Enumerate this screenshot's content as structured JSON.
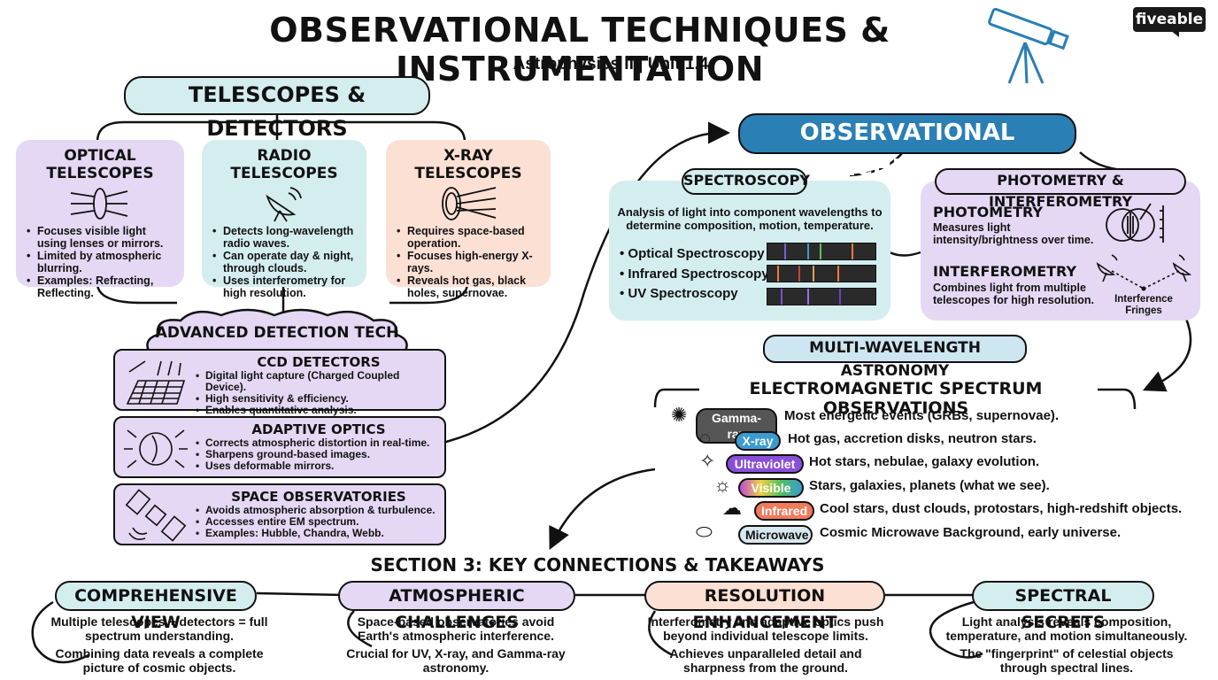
{
  "header": {
    "title": "OBSERVATIONAL TECHNIQUES & INSTRUMENTATION",
    "subtitle": "Astrophysics II | Unit 1.4",
    "logo": "fiveable",
    "icon": "telescope-icon"
  },
  "telescopes": {
    "title": "TELESCOPES & DETECTORS",
    "optical": {
      "title": "OPTICAL TELESCOPES",
      "icon": "lens-icon",
      "bullets": [
        "Focuses visible light using lenses or mirrors.",
        "Limited by atmospheric blurring.",
        "Examples: Refracting, Reflecting."
      ]
    },
    "radio": {
      "title": "RADIO TELESCOPES",
      "icon": "radio-dish-icon",
      "bullets": [
        "Detects long-wavelength radio waves.",
        "Can operate day & night, through clouds.",
        "Uses interferometry for high resolution."
      ]
    },
    "xray": {
      "title": "X-RAY TELESCOPES",
      "icon": "grazing-mirror-icon",
      "bullets": [
        "Requires space-based operation.",
        "Focuses high-energy X-rays.",
        "Reveals hot gas, black holes, supernovae."
      ]
    }
  },
  "advanced": {
    "title": "ADVANCED DETECTION TECH",
    "ccd": {
      "title": "CCD DETECTORS",
      "icon": "ccd-grid-icon",
      "bullets": [
        "Digital light capture (Charged Coupled Device).",
        "High sensitivity & efficiency.",
        "Enables quantitative analysis."
      ]
    },
    "adaptive": {
      "title": "ADAPTIVE OPTICS",
      "icon": "deformable-mirror-icon",
      "bullets": [
        "Corrects atmospheric distortion in real-time.",
        "Sharpens ground-based images.",
        "Uses deformable mirrors."
      ]
    },
    "space": {
      "title": "SPACE OBSERVATORIES",
      "icon": "satellite-icon",
      "bullets": [
        "Avoids atmospheric absorption & turbulence.",
        "Accesses entire EM spectrum.",
        "Examples: Hubble, Chandra, Webb."
      ]
    }
  },
  "techniques": {
    "title": "OBSERVATIONAL TECHNIQUES",
    "spectroscopy": {
      "title": "SPECTROSCOPY",
      "description": "Analysis of light into component wavelengths to determine composition, motion, temperature.",
      "items": [
        "Optical Spectroscopy",
        "Infrared Spectroscopy",
        "UV Spectroscopy"
      ]
    },
    "photometry": {
      "title": "PHOTOMETRY & INTERFEROMETRY",
      "photometry_title": "PHOTOMETRY",
      "photometry_text": "Measures light intensity/brightness over time.",
      "photometry_icon": "overlapping-circles-icon",
      "interferometry_title": "INTERFEROMETRY",
      "interferometry_text": "Combines light from multiple telescopes for high resolution.",
      "interferometry_icon": "dish-array-icon",
      "fringes_label": "Interference Fringes"
    }
  },
  "multiwave": {
    "title": "MULTI-WAVELENGTH ASTRONOMY",
    "em_title": "ELECTROMAGNETIC SPECTRUM OBSERVATIONS",
    "bands": [
      {
        "label": "Gamma-ray",
        "desc": "Most energetic events (GRBs, supernovae).",
        "color": "#555555",
        "icon": "burst-icon"
      },
      {
        "label": "X-ray",
        "desc": "Hot gas, accretion disks, neutron stars.",
        "color": "#3a9bd0",
        "icon": "accretion-disk-icon"
      },
      {
        "label": "Ultraviolet",
        "desc": "Hot stars, nebulae, galaxy evolution.",
        "color": "#8a4fd8",
        "icon": "sparkle-stars-icon"
      },
      {
        "label": "Visible",
        "desc": "Stars, galaxies, planets (what we see).",
        "color": "#c04ad8",
        "icon": "sun-icon"
      },
      {
        "label": "Infrared",
        "desc": "Cool stars, dust clouds, protostars, high-redshift objects.",
        "color": "#f07a5a",
        "icon": "dust-cloud-icon"
      },
      {
        "label": "Microwave",
        "desc": "Cosmic Microwave Background, early universe.",
        "color": "#d8e8f0",
        "icon": "cmb-map-icon"
      }
    ]
  },
  "takeaways": {
    "title": "SECTION 3: KEY CONNECTIONS & TAKEAWAYS",
    "items": [
      {
        "title": "COMPREHENSIVE VIEW",
        "color": "#d4eef0",
        "line1": "Multiple telescopes + detectors = full spectrum understanding.",
        "line2": "Combining data reveals a complete picture of cosmic objects."
      },
      {
        "title": "ATMOSPHERIC CHALLENGES",
        "color": "#e4d8f4",
        "line1": "Space-based observatories avoid Earth's atmospheric interference.",
        "line2": "Crucial for UV, X-ray, and Gamma-ray astronomy."
      },
      {
        "title": "RESOLUTION ENHANCEMENT",
        "color": "#fde0d4",
        "line1": "Interferometry and adaptive optics push beyond individual telescope limits.",
        "line2": "Achieves unparalleled detail and sharpness from the ground."
      },
      {
        "title": "SPECTRAL SECRETS",
        "color": "#d4eef0",
        "line1": "Light analysis reveals composition, temperature, and motion simultaneously.",
        "line2": "The \"fingerprint\" of celestial objects through spectral lines."
      }
    ]
  },
  "colors": {
    "teal": "#d4eef0",
    "lavender": "#e4d8f4",
    "peach": "#fde0d4",
    "blue": "#2a7fb5",
    "light_blue": "#cde6f2"
  }
}
